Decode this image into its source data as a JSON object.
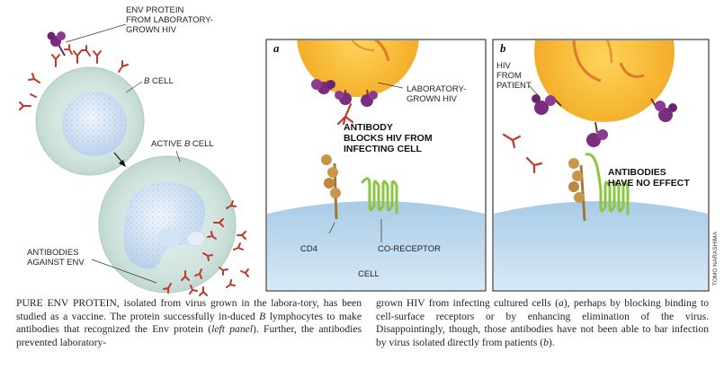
{
  "left_panel": {
    "env_protein_label": "ENV PROTEIN\nFROM LABORATORY-\nGROWN HIV",
    "b_cell_label_prefix": "B",
    "b_cell_label_suffix": " CELL",
    "active_b_cell_prefix": "ACTIVE ",
    "active_b_cell_b": "B",
    "active_b_cell_suffix": " CELL",
    "antibodies_label": "ANTIBODIES\nAGAINST ENV"
  },
  "panel_a": {
    "letter": "a",
    "lab_hiv_label": "LABORATORY-\nGROWN HIV",
    "statement": "ANTIBODY\nBLOCKS HIV FROM\nINFECTING CELL",
    "cd4_label": "CD4",
    "coreceptor_label": "CO-RECEPTOR",
    "cell_label": "CELL"
  },
  "panel_b": {
    "letter": "b",
    "patient_hiv_label": "HIV\nFROM\nPATIENT",
    "statement": "ANTIBODIES\nHAVE NO EFFECT"
  },
  "credit": "TOMO NARASHIMA",
  "caption": {
    "col1_lead": "PURE ENV PROTEIN",
    "col1_text_1": ", isolated from virus grown in the labora-tory, has been studied as a vaccine. The protein successfully in-duced ",
    "col1_b": "B",
    "col1_text_2": " lymphocytes to make antibodies that recognized the Env protein (",
    "col1_left_panel": "left panel",
    "col1_text_3": "). Further, the antibodies prevented laboratory-",
    "col2_text_1": "grown HIV from infecting cultured cells (",
    "col2_a": "a",
    "col2_text_2": "), perhaps by blocking binding to cell-surface receptors or by enhancing elimination of the virus. Disappointingly, though, those antibodies have not been able to bar infection by virus isolated directly from patients (",
    "col2_b": "b",
    "col2_text_3": ")."
  },
  "colors": {
    "cell_green": "#cfe3dc",
    "nucleus_blue": "#cfe0f2",
    "virus_gold": "#f7b92a",
    "env_purple": "#7a2d7e",
    "antibody_red": "#c0392b",
    "membrane_blue": "#bcd9ee",
    "cd4_tan": "#c9954a",
    "coreceptor_green": "#8cc63f"
  }
}
